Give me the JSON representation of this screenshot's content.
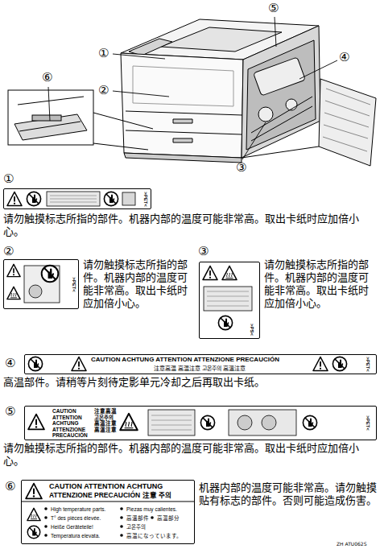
{
  "diagram": {
    "nodes": [
      {
        "text": [
          ">PET<"
        ]
      },
      {
        "text": [
          ">PET<"
        ]
      },
      {
        "text": [
          ">PS<"
        ]
      },
      {
        "text": [
          "CAUTION ACHTUNG ATTENTION ATTENZIONE PRECAUCIÓN",
          "注意高温 高温注意 고온주의 高溫注意",
          ">PET<"
        ]
      },
      {
        "text": [
          "CAUTION ATTENTION ACHTUNG ATTENZIONE PRECAUCIÓN",
          "注意高温 고온주의 高温注意 高溫注意",
          ">PET<"
        ]
      },
      {
        "text": [
          "CAUTION ATTENTION ACHTUNG",
          "ATTENZIONE PRECAUCIÓN 注意 주의",
          "High temperature parts.",
          "Piezas muy calientes.",
          "T° des pièces élevée.",
          "高溫部件",
          "高温部分",
          "Heiße Geräteteile!",
          "고온주의",
          "Temperatura elevata.",
          "高温になっています。"
        ]
      }
    ],
    "labels": [
      "⑤",
      "①",
      "④",
      "⑥",
      "②",
      "③",
      "①",
      "请勿触摸标志所指的部件。机器内部的温度可能非常高。取出卡纸时应加倍小心。",
      "②",
      "请勿触摸标志所指的部件。机器内部的温度可能非常高。取出卡纸时应加倍小心。",
      "③",
      "请勿触摸标志所指的部件。机器内部的温度可能非常高。取出卡纸时应加倍小心。",
      "④",
      "高温部件。请稍等片刻待定影单元冷却之后再取出卡纸。",
      "⑤",
      "请勿触摸标志所指的部件。机器内部的温度可能非常高。取出卡纸时应加倍小心。",
      "⑥",
      "机器内部的温度可能非常高。请勿触摸贴有标志的部件。否则可能造成伤害。",
      "ZH ATU062S"
    ]
  }
}
